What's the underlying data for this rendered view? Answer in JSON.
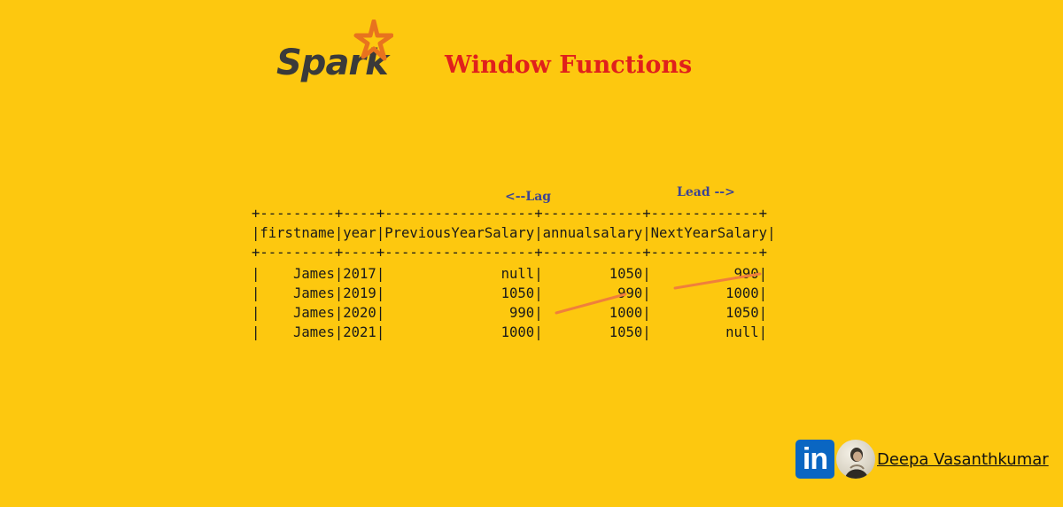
{
  "logo": {
    "text": "Spark",
    "icon": "star-icon",
    "star_color": "#e8731e"
  },
  "title": "Window Functions",
  "annotations": {
    "lag": "<--Lag",
    "lead": "Lead -->"
  },
  "table": {
    "lines": [
      "+---------+----+------------------+------------+-------------+",
      "|firstname|year|PreviousYearSalary|annualsalary|NextYearSalary|",
      "+---------+----+------------------+------------+-------------+",
      "|    James|2017|              null|        1050|          990|",
      "|    James|2019|              1050|         990|         1000|",
      "|    James|2020|               990|        1000|         1050|",
      "|    James|2021|              1000|        1050|         null|"
    ]
  },
  "colors": {
    "background": "#fdc80f",
    "title": "#e0201c",
    "annotation": "#3c4494",
    "arrow": "#f07f3c",
    "linkedin": "#0a66c2"
  },
  "footer": {
    "linkedin_text": "in",
    "linkedin_icon": "linkedin-icon",
    "avatar_icon": "avatar-icon",
    "author": "Deepa Vasanthkumar"
  }
}
